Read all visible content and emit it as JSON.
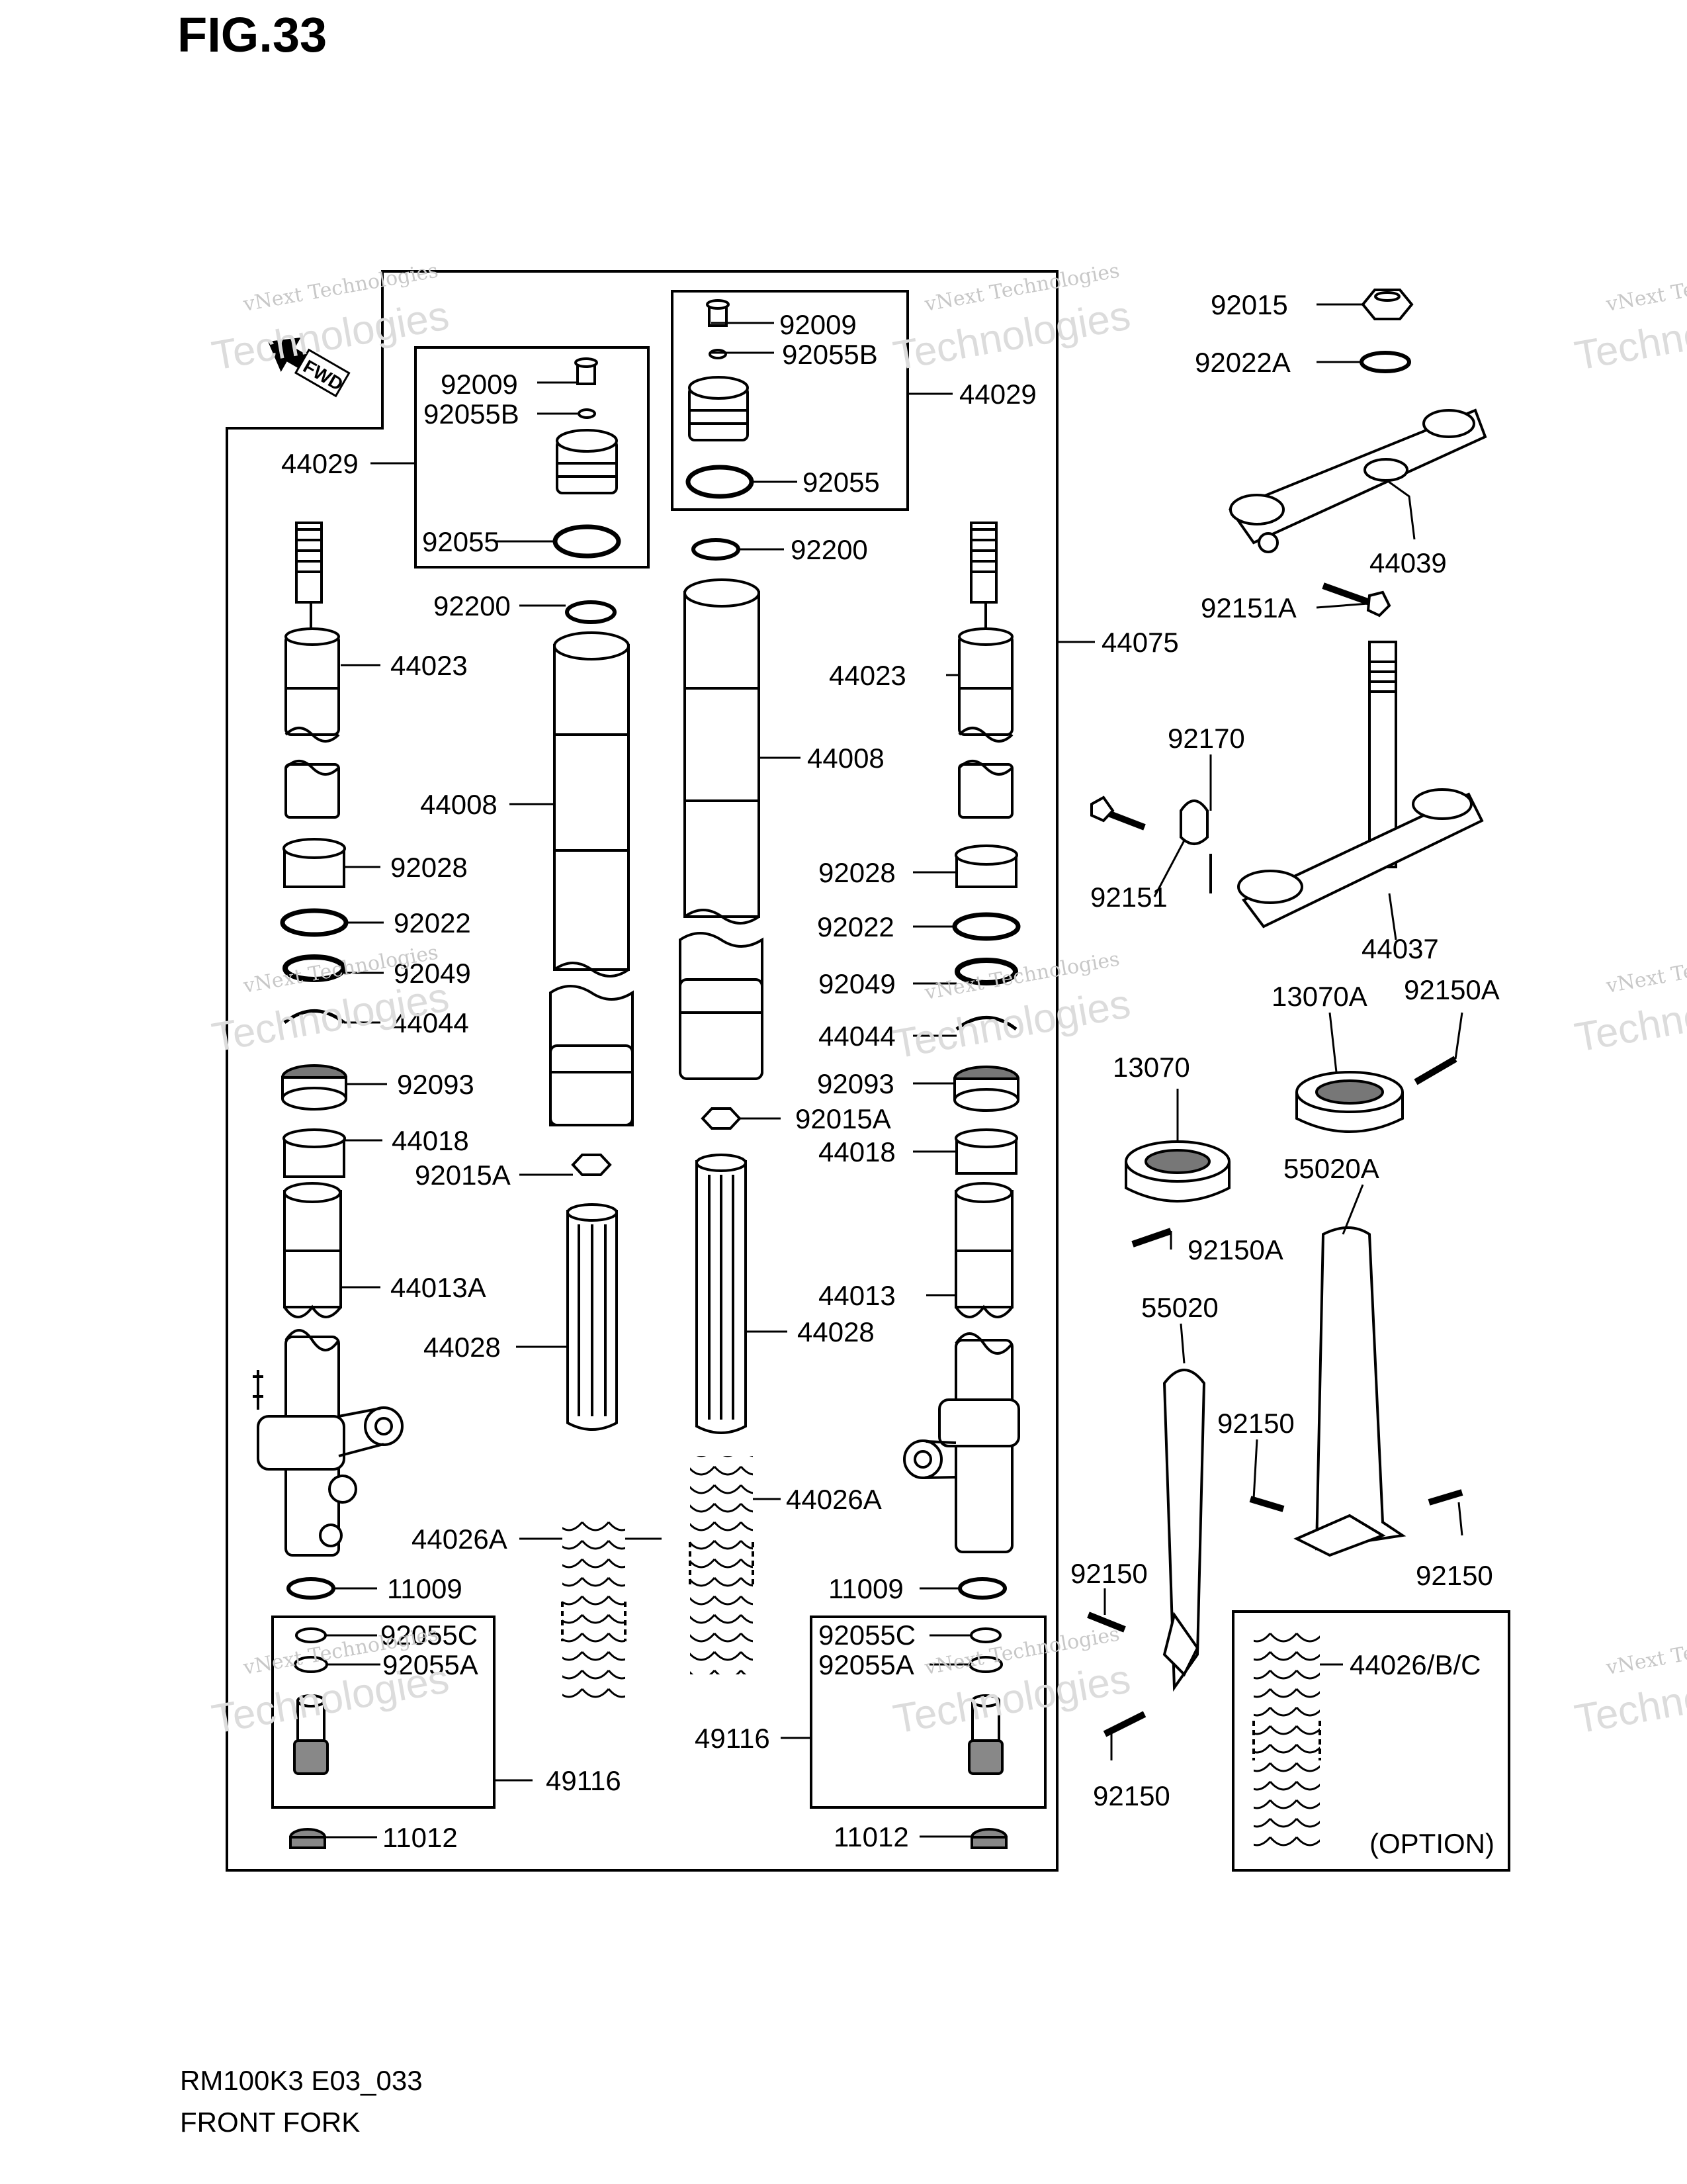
{
  "figure_title": "FIG.33",
  "footer": {
    "model_code": "RM100K3 E03_033",
    "section_title": "FRONT FORK"
  },
  "colors": {
    "line": "#000000",
    "shade": "#bdbdbd",
    "watermark": "#d0d0d0"
  },
  "direction_marker": {
    "label": "FWD",
    "icon": "forward-arrow-icon"
  },
  "watermark": {
    "line1": "vNext Technologies",
    "line2": "Technologies",
    "line0": "vNext"
  },
  "option_box": {
    "part": "44026/B/C",
    "note": "(OPTION)"
  },
  "parts": [
    "92009",
    "92055B",
    "44029",
    "92055",
    "92200",
    "44023",
    "44008",
    "92028",
    "92022",
    "92049",
    "44044",
    "92093",
    "44018",
    "92015A",
    "44013A",
    "44028",
    "44026A",
    "11009",
    "92055C",
    "92055A",
    "49116",
    "11012",
    "44075",
    "44013",
    "92015",
    "92022A",
    "44039",
    "92151A",
    "92170",
    "92151",
    "44037",
    "13070A",
    "92150A",
    "13070",
    "55020A",
    "55020",
    "92150"
  ]
}
